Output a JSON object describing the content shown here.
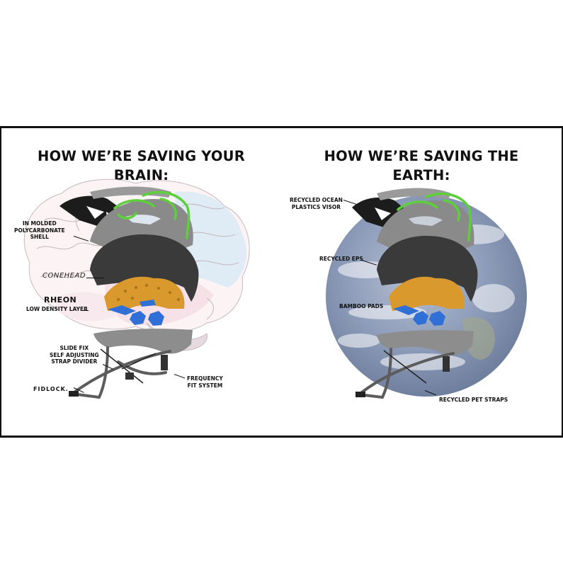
{
  "left_panel": {
    "title_line1": "HOW WE’RE SAVING YOUR",
    "title_line2": "BRAIN:",
    "background": "brain-illustration",
    "labels": {
      "shell_line1": "IN MOLDED",
      "shell_line2": "POLYCARBONATE",
      "shell_line3": "SHELL",
      "conehead_logo": "CONEHEAD",
      "rheon_logo": "RHEON",
      "rheon_caption": "LOW DENSITY LAYER",
      "slidefix_line1": "SLIDE FIX",
      "slidefix_line2": "SELF ADJUSTING",
      "slidefix_line3": "STRAP DIVIDER",
      "fidlock_logo": "FIDLOCK.",
      "frequency_line1": "FREQUENCY",
      "frequency_line2": "FIT SYSTEM"
    }
  },
  "right_panel": {
    "title_line1": "HOW WE’RE SAVING THE",
    "title_line2": "EARTH:",
    "background": "earth-globe",
    "labels": {
      "visor_line1": "RECYCLED OCEAN",
      "visor_line2": "PLASTICS VISOR",
      "eps": "RECYCLED EPS",
      "pads": "BAMBOO PADS",
      "straps": "RECYCLED PET STRAPS"
    }
  },
  "colors": {
    "frame_border": "#111111",
    "shell_gray": "#8a8a8a",
    "eps_dark": "#3a3a3a",
    "visor_black": "#1c1c1c",
    "green_accent": "#5ccf3a",
    "conehead_orange": "#d9992c",
    "rheon_blue": "#2f6fd6",
    "brain_pink": "#f4dde6",
    "brain_blue": "#dbeaf5",
    "earth_blue": "#8c9bb8"
  }
}
